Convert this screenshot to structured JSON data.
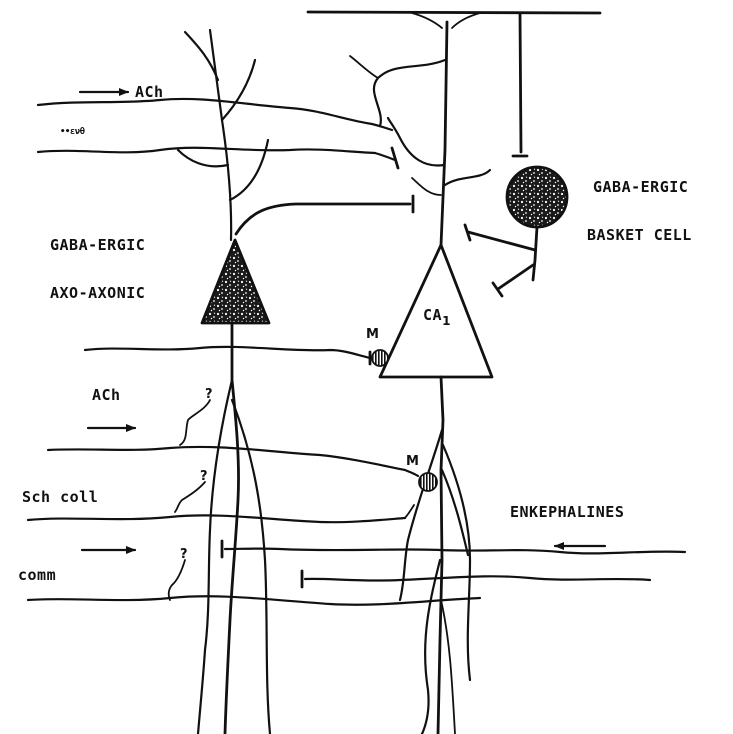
{
  "labels": {
    "ach_top": "ACh",
    "scribble": "••ενθ",
    "gaba_axo_line1": "GABA-ERGIC",
    "gaba_axo_line2": "AXO-AXONIC",
    "gaba_basket_line1": "GABA-ERGIC",
    "gaba_basket_line2": "BASKET CELL",
    "ca1_main": "CA",
    "ca1_sub": "1",
    "m_upper": "M",
    "m_lower": "M",
    "ach_mid": "ACh",
    "q1": "?",
    "q2": "?",
    "q3": "?",
    "sch_coll": "Sch coll",
    "comm": "comm",
    "enkephalines": "ENKEPHALINES"
  },
  "colors": {
    "ink": "#111111",
    "background": "#ffffff"
  }
}
